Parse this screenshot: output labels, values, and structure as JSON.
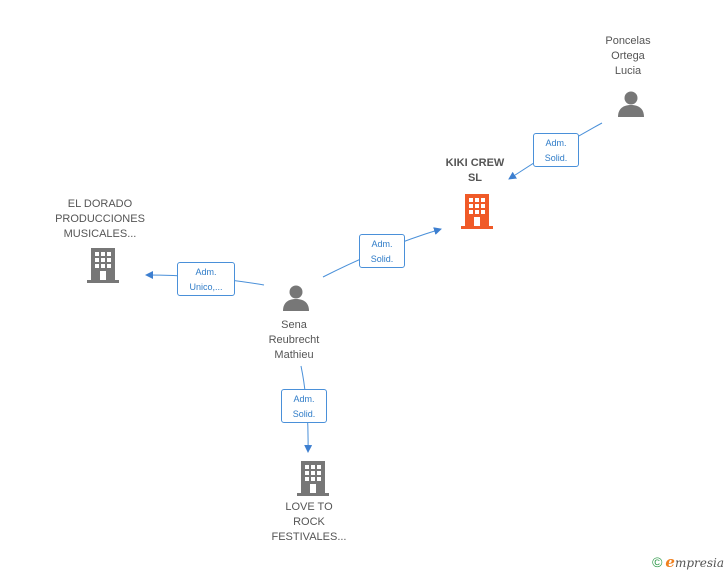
{
  "nodes": [
    {
      "id": "poncelas",
      "type": "person",
      "label": "Poncelas\nOrtega\nLucia"
    },
    {
      "id": "kiki",
      "type": "company-focus",
      "label": "KIKI CREW\nSL"
    },
    {
      "id": "eldorado",
      "type": "company",
      "label": "EL DORADO\nPRODUCCIONES\nMUSICALES..."
    },
    {
      "id": "sena",
      "type": "person",
      "label": "Sena\nReubrecht\nMathieu"
    },
    {
      "id": "lovetorock",
      "type": "company",
      "label": "LOVE TO\nROCK\nFESTIVALES..."
    }
  ],
  "edges": [
    {
      "from": "poncelas",
      "to": "kiki",
      "label": "Adm.\nSolid."
    },
    {
      "from": "sena",
      "to": "kiki",
      "label": "Adm.\nSolid."
    },
    {
      "from": "sena",
      "to": "eldorado",
      "label": "Adm.\nUnico,..."
    },
    {
      "from": "sena",
      "to": "lovetorock",
      "label": "Adm.\nSolid."
    }
  ],
  "footer": {
    "copyright": "©",
    "brand_initial": "e",
    "brand_rest": "mpresia"
  },
  "colors": {
    "edge": "#4a90d9",
    "person": "#777777",
    "company": "#777777",
    "focus": "#f05a28"
  }
}
